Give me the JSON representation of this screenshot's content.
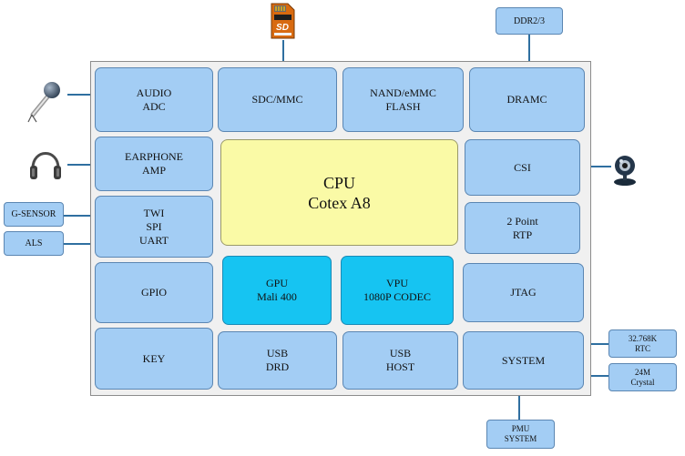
{
  "blocks": {
    "audio_adc": [
      "AUDIO",
      "ADC"
    ],
    "sdc_mmc": [
      "SDC/MMC"
    ],
    "nand_flash": [
      "NAND/eMMC",
      "FLASH"
    ],
    "dramc": [
      "DRAMC"
    ],
    "earphone_amp": [
      "EARPHONE",
      "AMP"
    ],
    "cpu": [
      "CPU",
      "Cotex A8"
    ],
    "csi": [
      "CSI"
    ],
    "twi_spi_uart": [
      "TWI",
      "SPI",
      "UART"
    ],
    "rtp": [
      "2 Point",
      "RTP"
    ],
    "gpio": [
      "GPIO"
    ],
    "gpu": [
      "GPU",
      "Mali 400"
    ],
    "vpu": [
      "VPU",
      "1080P CODEC"
    ],
    "jtag": [
      "JTAG"
    ],
    "key": [
      "KEY"
    ],
    "usb_drd": [
      "USB",
      "DRD"
    ],
    "usb_host": [
      "USB",
      "HOST"
    ],
    "system": [
      "SYSTEM"
    ]
  },
  "external": {
    "ddr": [
      "DDR2/3"
    ],
    "g_sensor": [
      "G-SENSOR"
    ],
    "als": [
      "ALS"
    ],
    "rtc": [
      "32.768K",
      "RTC"
    ],
    "crystal": [
      "24M",
      "Crystal"
    ],
    "pmu": [
      "PMU",
      "SYSTEM"
    ]
  },
  "icons": {
    "sd_card": "sd-card-icon",
    "microphone": "microphone-icon",
    "headphones": "headphones-icon",
    "webcam": "webcam-icon"
  },
  "sd_card_label": "SD",
  "colors": {
    "block_fill": "#a3cdf4",
    "block_border": "#5b86b2",
    "cpu_fill": "#fafaa6",
    "gpu_vpu_fill": "#16c4f2",
    "chip_fill": "#f0f0f0",
    "connector": "#2f6fa0"
  }
}
